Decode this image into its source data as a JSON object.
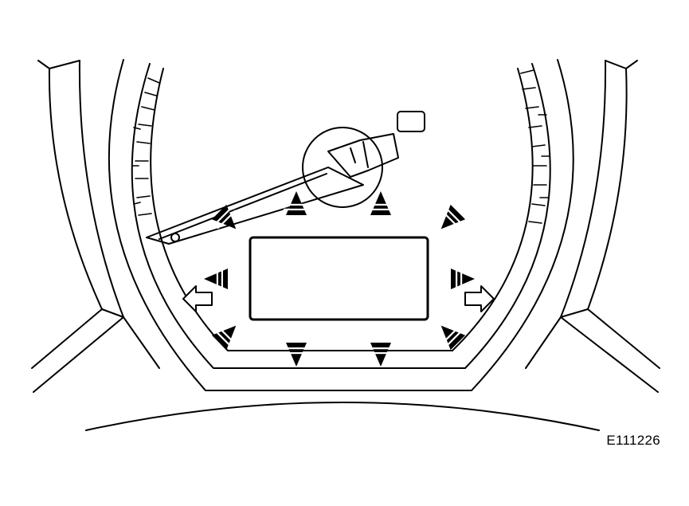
{
  "figure": {
    "reference_code": "E111226",
    "line_color": "#000000",
    "background_color": "#ffffff",
    "callout_arrows": [
      {
        "name": "arrow-up-left",
        "direction": "down-right"
      },
      {
        "name": "arrow-up-center-left",
        "direction": "up"
      },
      {
        "name": "arrow-up-center-right",
        "direction": "up"
      },
      {
        "name": "arrow-up-right",
        "direction": "down-left"
      },
      {
        "name": "arrow-left",
        "direction": "left"
      },
      {
        "name": "arrow-right",
        "direction": "right"
      },
      {
        "name": "arrow-down-left",
        "direction": "up-right"
      },
      {
        "name": "arrow-down-center-left",
        "direction": "down"
      },
      {
        "name": "arrow-down-center-right",
        "direction": "down"
      },
      {
        "name": "arrow-down-right",
        "direction": "up-left"
      }
    ],
    "hollow_arrows": [
      {
        "name": "outline-arrow-left",
        "direction": "left"
      },
      {
        "name": "outline-arrow-right",
        "direction": "right"
      }
    ]
  }
}
